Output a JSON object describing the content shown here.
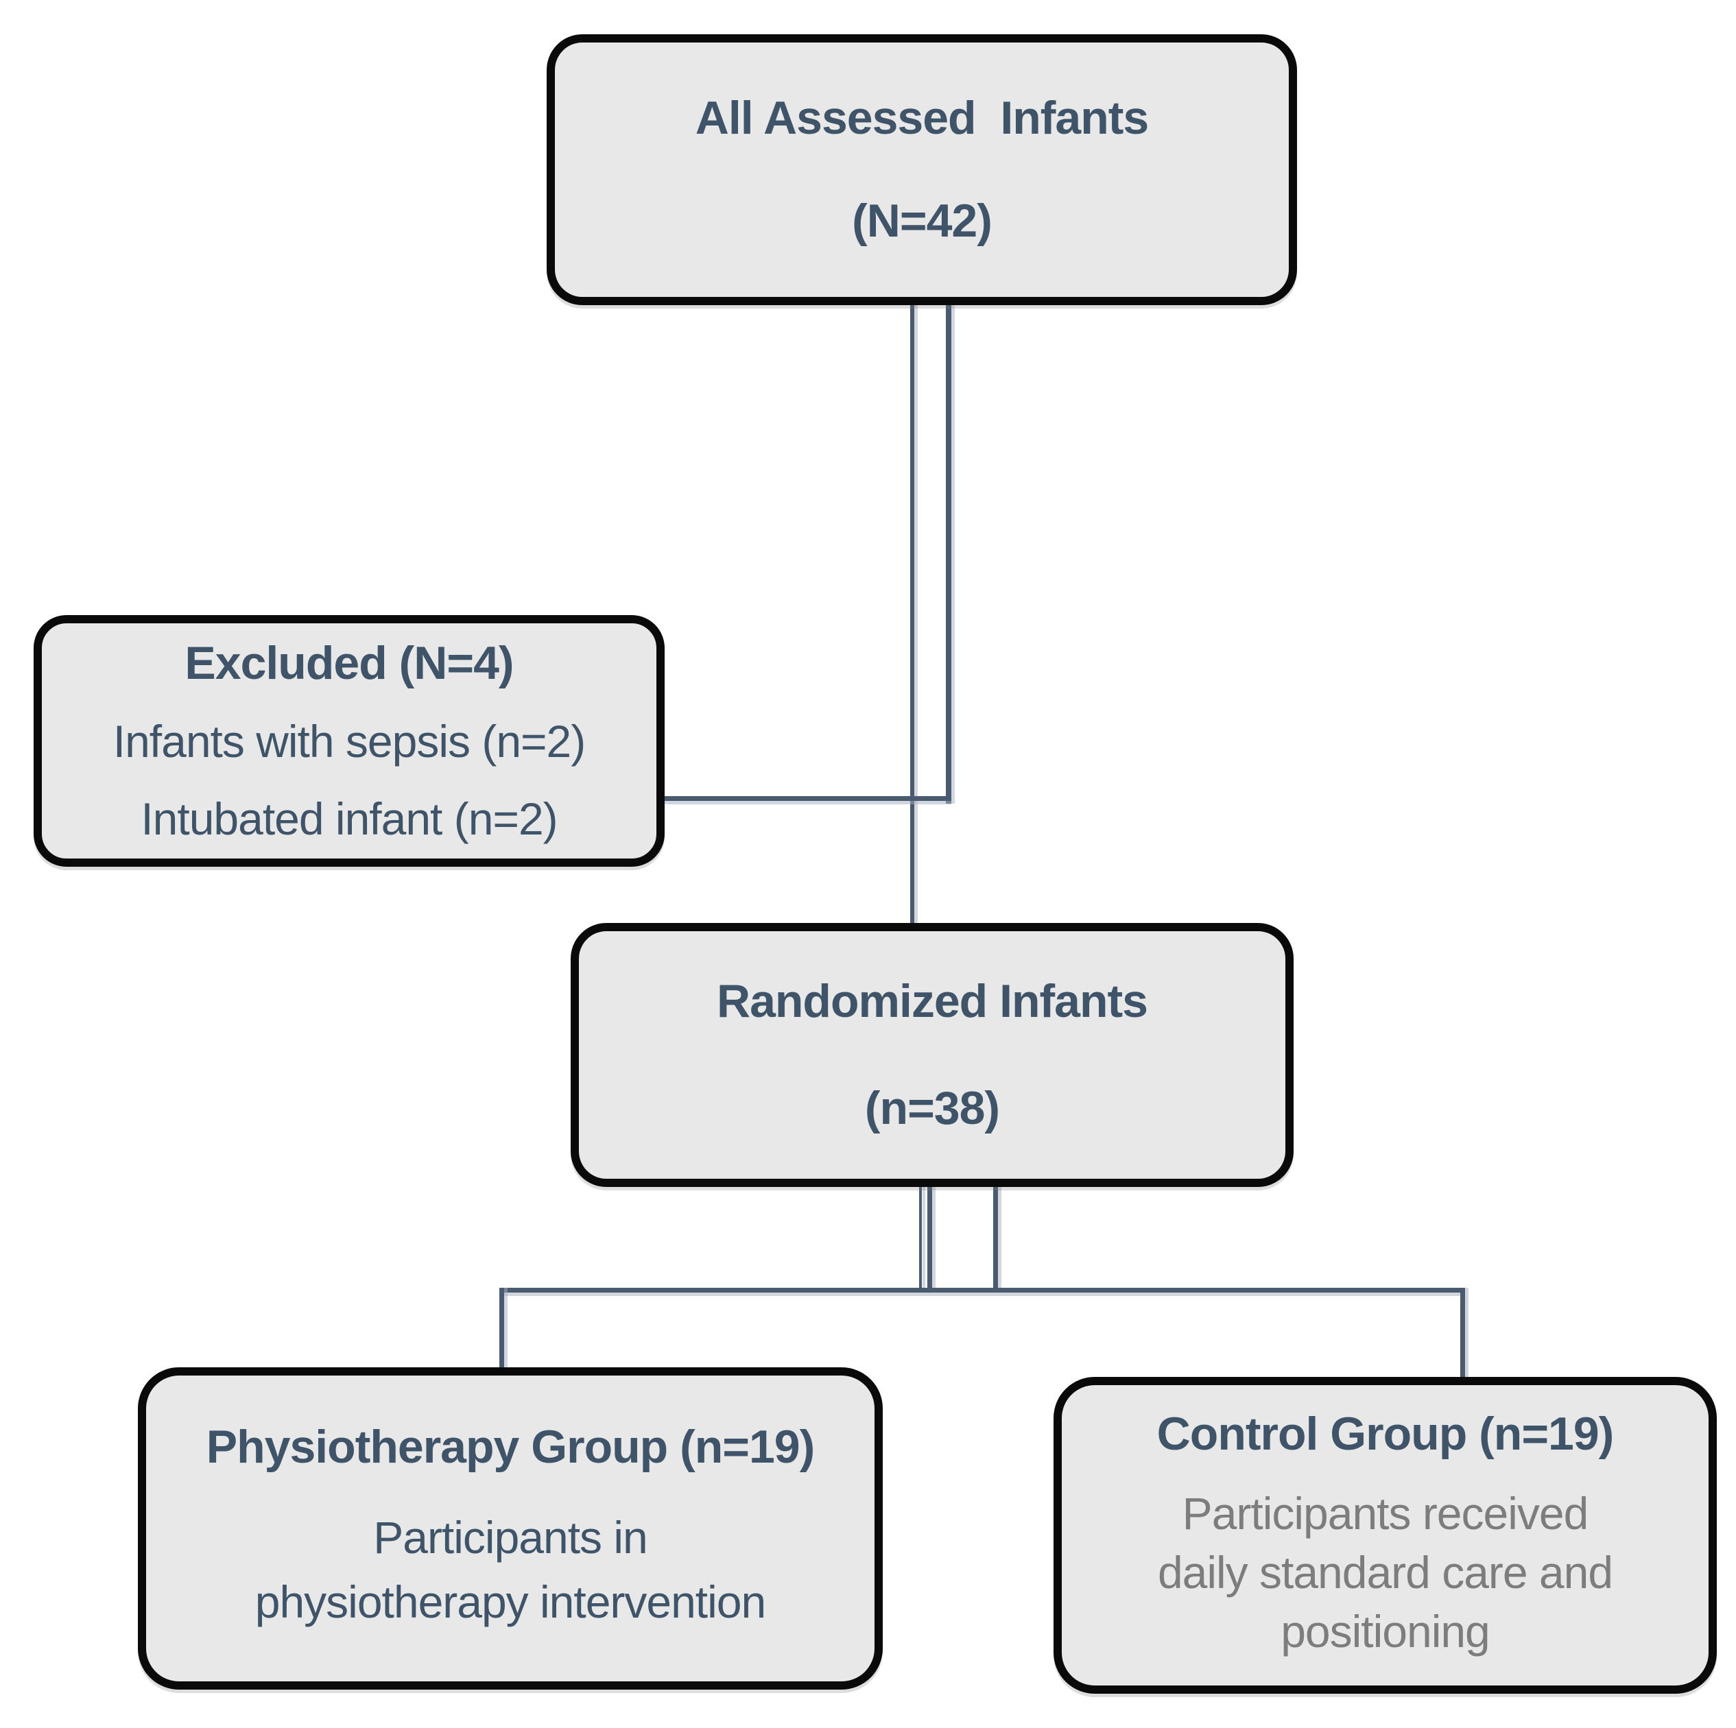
{
  "boxes": {
    "assessed": {
      "title": "All Assessed  Infants",
      "count": "(N=42)"
    },
    "excluded": {
      "title": "Excluded (N=4)",
      "reasons": [
        "Infants with sepsis (n=2)",
        "Intubated infant (n=2)"
      ]
    },
    "randomized": {
      "title": "Randomized Infants",
      "count": "(n=38)"
    },
    "physiotherapy": {
      "title": "Physiotherapy Group (n=19)",
      "description": [
        "Participants in",
        "physiotherapy intervention"
      ]
    },
    "control": {
      "title": "Control Group (n=19)",
      "description": [
        "Participants received",
        "daily standard care and",
        "positioning"
      ]
    }
  },
  "colors": {
    "box_fill": "#e8e8e8",
    "box_border": "#0a0a0a",
    "heading_text": "#3f5469",
    "muted_text": "#7d7d7d",
    "connector": "#4a5b70"
  }
}
